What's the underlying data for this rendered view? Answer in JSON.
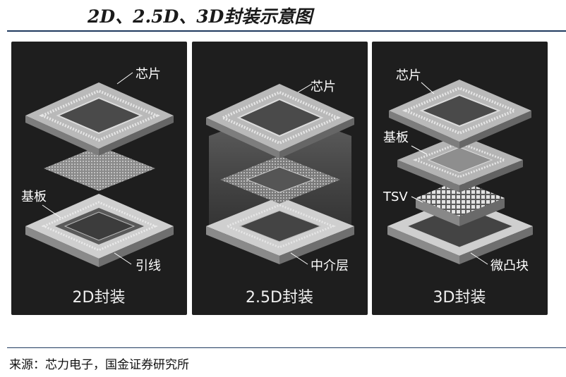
{
  "title": "2D、2.5D、3D封装示意图",
  "source": "来源：芯力电子，国金证券研究所",
  "panels": [
    {
      "caption": "2D封装",
      "labels": {
        "chip": "芯片",
        "substrate": "基板",
        "wire": "引线"
      }
    },
    {
      "caption": "2.5D封装",
      "labels": {
        "chip": "芯片",
        "interposer": "中介层"
      }
    },
    {
      "caption": "3D封装",
      "labels": {
        "chip": "芯片",
        "substrate": "基板",
        "tsv": "TSV",
        "bump": "微凸块"
      }
    }
  ]
}
